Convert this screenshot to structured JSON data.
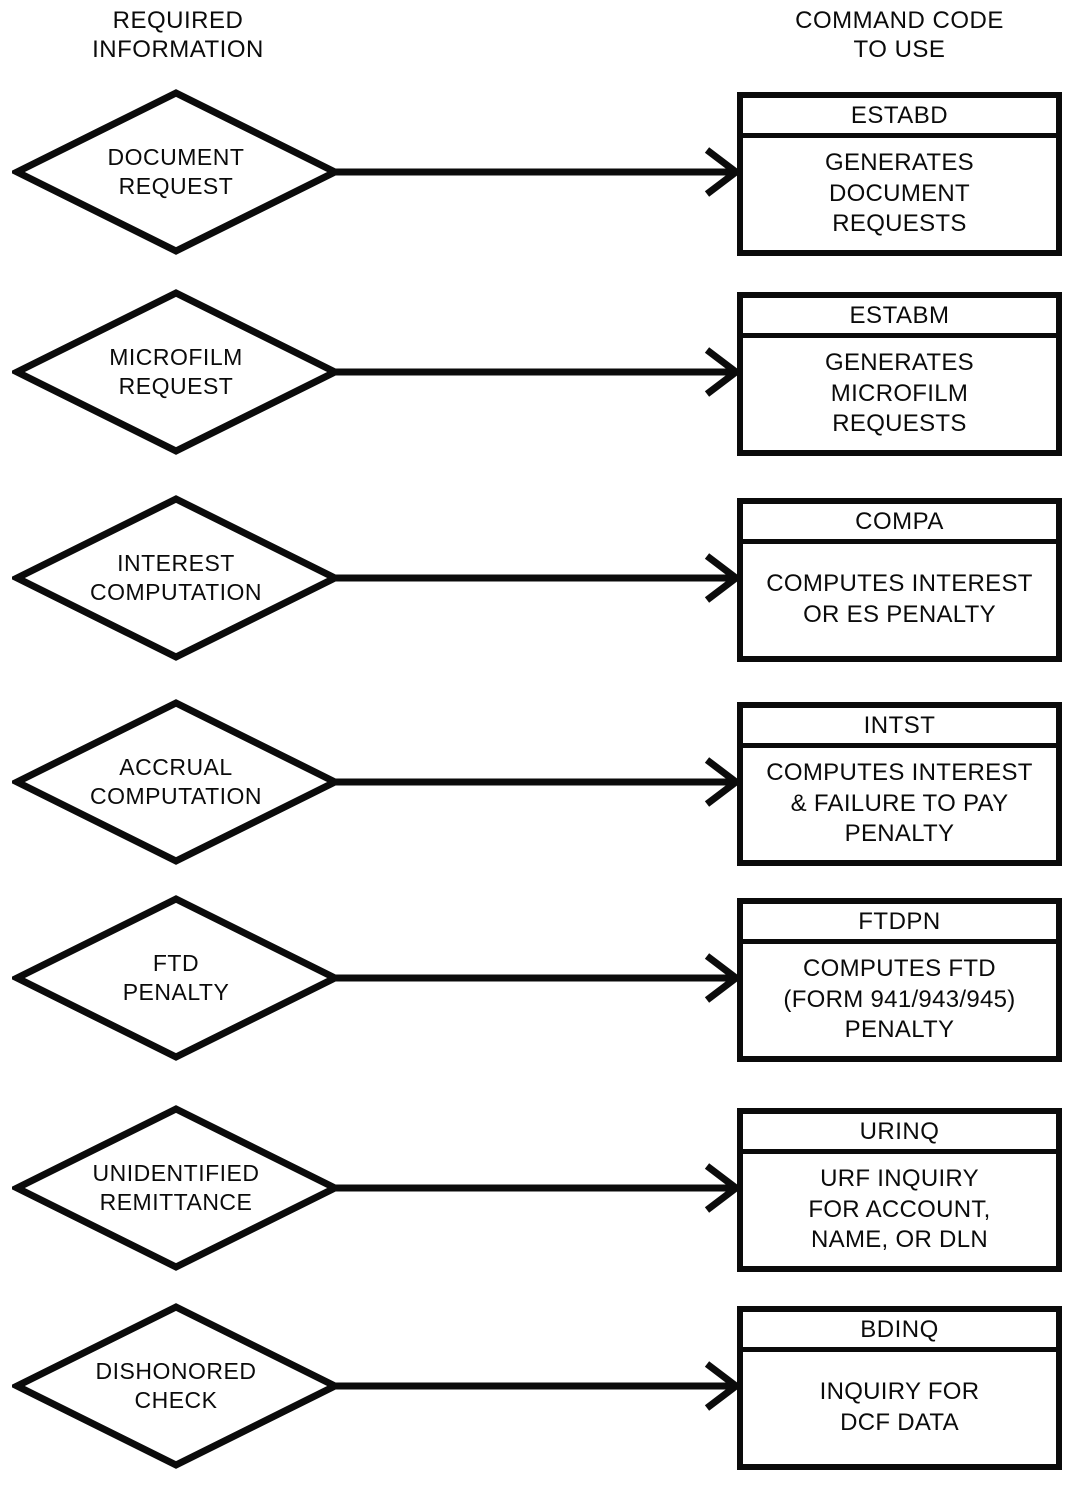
{
  "figure": {
    "left_header": "REQUIRED\nINFORMATION",
    "right_header": "COMMAND CODE\nTO USE"
  },
  "colors": {
    "ink": "#0b0b0b",
    "paper": "#ffffff"
  },
  "rows": [
    {
      "condition": "DOCUMENT\nREQUEST",
      "code": "ESTABD",
      "description": "GENERATES\nDOCUMENT\nREQUESTS"
    },
    {
      "condition": "MICROFILM\nREQUEST",
      "code": "ESTABM",
      "description": "GENERATES\nMICROFILM\nREQUESTS"
    },
    {
      "condition": "INTEREST\nCOMPUTATION",
      "code": "COMPA",
      "description": "COMPUTES INTEREST\nOR ES PENALTY"
    },
    {
      "condition": "ACCRUAL\nCOMPUTATION",
      "code": "INTST",
      "description": "COMPUTES INTEREST\n& FAILURE TO PAY\nPENALTY"
    },
    {
      "condition": "FTD\nPENALTY",
      "code": "FTDPN",
      "description": "COMPUTES FTD\n(FORM 941/943/945)\nPENALTY"
    },
    {
      "condition": "UNIDENTIFIED\nREMITTANCE",
      "code": "URINQ",
      "description": "URF INQUIRY\nFOR ACCOUNT,\nNAME, OR DLN"
    },
    {
      "condition": "DISHONORED\nCHECK",
      "code": "BDINQ",
      "description": "INQUIRY FOR\nDCF DATA"
    }
  ]
}
